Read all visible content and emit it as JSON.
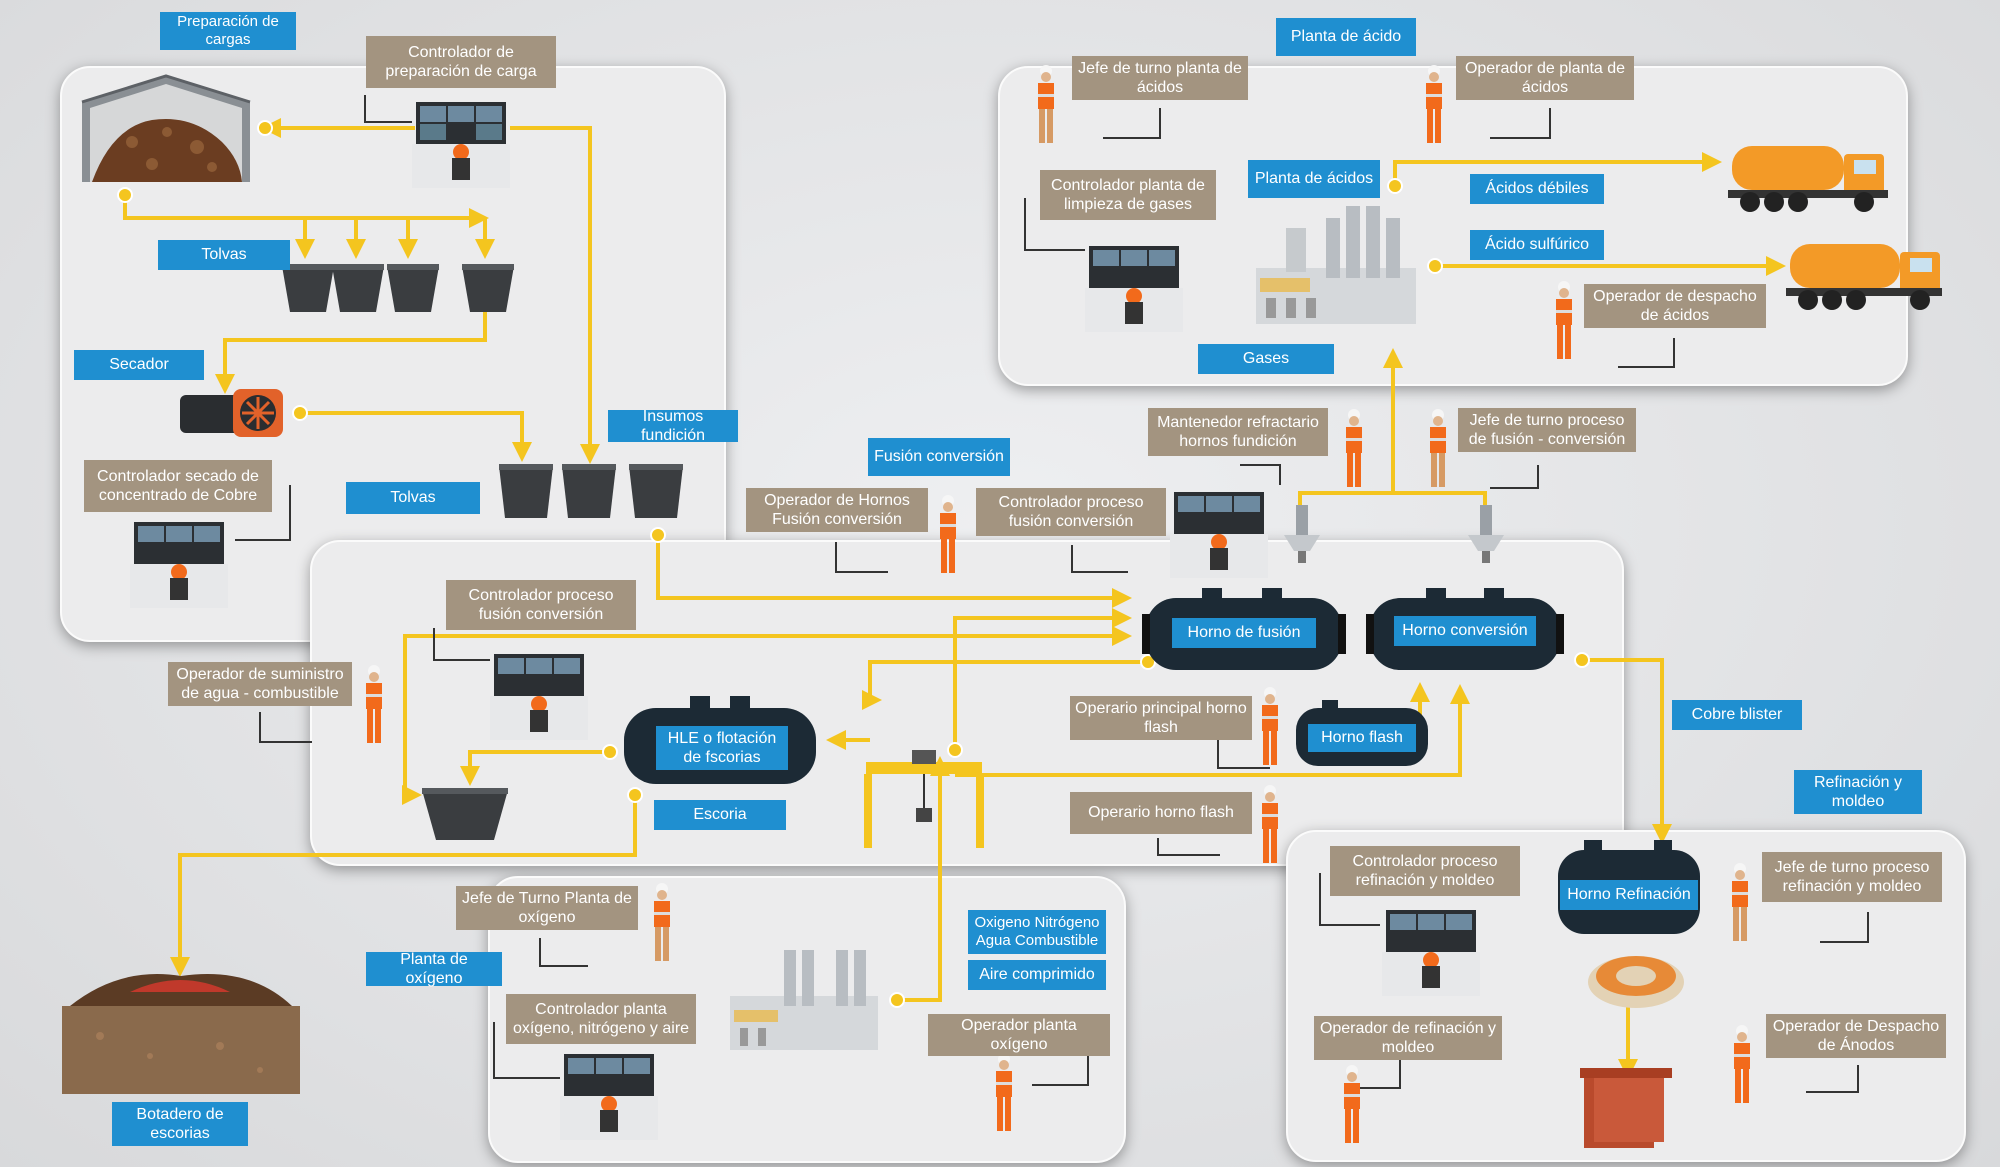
{
  "colors": {
    "flow": "#f4c51f",
    "blue_label": "#1f8fd0",
    "role_label": "#a39480",
    "panel": "#ececed",
    "vest": "#f26a1b",
    "tanker": "#f39a27",
    "furnace": "#1c2a35"
  },
  "sections": {
    "preparacion": "Preparación de cargas",
    "planta_acido": "Planta de ácido",
    "fusion": "Fusión conversión",
    "refinacion": "Refinación y moldeo",
    "oxigeno": "Planta de oxígeno"
  },
  "equipment": {
    "tolvas_top": "Tolvas",
    "secador": "Secador",
    "tolvas_mid": "Tolvas",
    "insumos": "Insumos fundición",
    "planta_acidos": "Planta de ácidos",
    "acidos_debiles": "Ácidos débiles",
    "acido_sulfurico": "Ácido sulfúrico",
    "gases": "Gases",
    "horno_fusion": "Horno de fusión",
    "horno_conversion": "Horno conversión",
    "horno_flash": "Horno flash",
    "hle": "HLE o flotación de fscorias",
    "escoria": "Escoria",
    "cobre_blister": "Cobre blister",
    "horno_refinacion": "Horno Refinación",
    "botadero": "Botadero de escorias",
    "oxigeno_gases": "Oxigeno  Nitrógeno Agua  Combustible",
    "aire": "Aire comprimido"
  },
  "roles": {
    "ctrl_prep": "Controlador de preparación de carga",
    "ctrl_secado": "Controlador secado de concentrado de Cobre",
    "jefe_acidos": "Jefe de turno planta de ácidos",
    "op_acidos": "Operador de planta de ácidos",
    "ctrl_gases": "Controlador planta de limpieza de gases",
    "op_despacho_acidos": "Operador de despacho de ácidos",
    "mant_refractario": "Mantenedor refractario hornos fundición",
    "jefe_fusion": "Jefe de turno proceso de fusión - conversión",
    "op_hornos": "Operador de Hornos Fusión conversión",
    "ctrl_fusion": "Controlador proceso fusión conversión",
    "ctrl_fusion2": "Controlador proceso fusión conversión",
    "op_agua": "Operador de suministro de agua - combustible",
    "op_principal_flash": "Operario principal horno flash",
    "op_flash": "Operario horno flash",
    "jefe_oxigeno": "Jefe de Turno Planta de oxígeno",
    "ctrl_oxigeno": "Controlador planta oxígeno, nitrógeno y aire",
    "op_oxigeno": "Operador planta oxígeno",
    "ctrl_refinacion": "Controlador proceso refinación y moldeo",
    "jefe_refinacion": "Jefe de turno proceso refinación y moldeo",
    "op_refinacion": "Operador de refinación y moldeo",
    "op_anodos": "Operador de Despacho de Ánodos"
  },
  "icons": [
    "worker-icon",
    "control-console-icon",
    "hopper-icon",
    "furnace-icon",
    "tanker-truck-icon",
    "plant-icon",
    "crane-icon",
    "dryer-icon",
    "shed-icon",
    "slag-heap-icon",
    "anode-icon",
    "wheel-icon"
  ]
}
